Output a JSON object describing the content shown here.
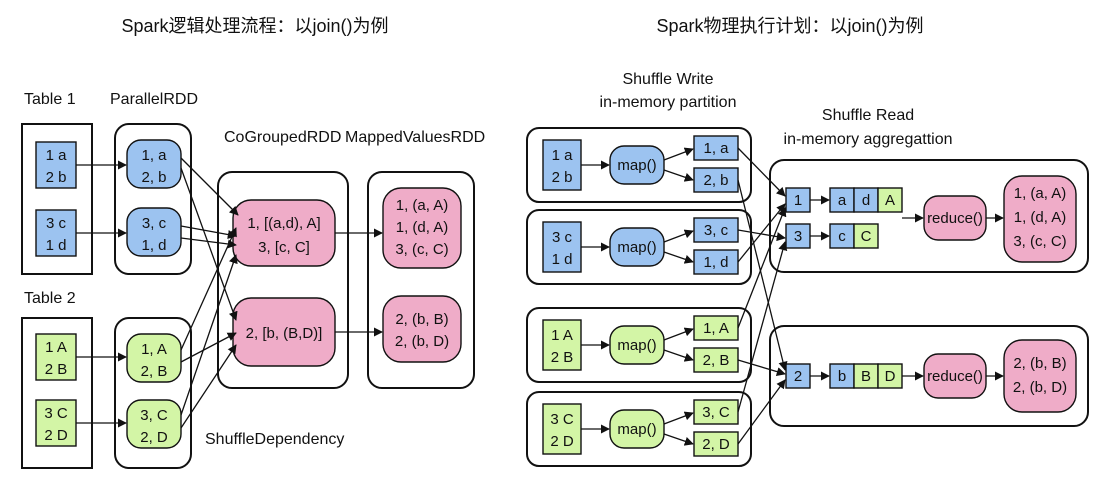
{
  "titles": {
    "left": "Spark逻辑处理流程：以join()为例",
    "right": "Spark物理执行计划：以join()为例"
  },
  "left": {
    "table1_label": "Table 1",
    "table2_label": "Table 2",
    "parallel_rdd_label": "ParallelRDD",
    "cogrouped_label": "CoGroupedRDD",
    "mapped_label": "MappedValuesRDD",
    "shuffle_dep_label": "ShuffleDependency",
    "table1": [
      [
        "1 a",
        "2 b"
      ],
      [
        "3 c",
        "1 d"
      ]
    ],
    "table2": [
      [
        "1 A",
        "2 B"
      ],
      [
        "3 C",
        "2 D"
      ]
    ],
    "prdd1": [
      [
        "1, a",
        "2, b"
      ],
      [
        "3, c",
        "1, d"
      ]
    ],
    "prdd2": [
      [
        "1, A",
        "2, B"
      ],
      [
        "3, C",
        "2, D"
      ]
    ],
    "cogrouped": [
      [
        "1, [(a,d), A]",
        "3, [c, C]"
      ],
      [
        "2, [b, (B,D)]"
      ]
    ],
    "mapped": [
      [
        "1, (a, A)",
        "1, (d, A)",
        "3, (c, C)"
      ],
      [
        "2, (b, B)",
        "2, (b, D)"
      ]
    ]
  },
  "right": {
    "shuffle_write_label": [
      "Shuffle Write",
      "in-memory partition"
    ],
    "shuffle_read_label": [
      "Shuffle Read",
      "in-memory aggregattion"
    ],
    "map_label": "map()",
    "reduce_label": "reduce()",
    "inputs": [
      [
        "1 a",
        "2 b"
      ],
      [
        "3 c",
        "1 d"
      ],
      [
        "1 A",
        "2 B"
      ],
      [
        "3 C",
        "2 D"
      ]
    ],
    "partitions": [
      [
        "1, a",
        "2, b"
      ],
      [
        "3, c",
        "1, d"
      ],
      [
        "1, A",
        "2, B"
      ],
      [
        "3, C",
        "2, D"
      ]
    ],
    "reduce1": {
      "keys": [
        "1",
        "3"
      ],
      "row1": [
        "a",
        "d",
        "A"
      ],
      "row2": [
        "c",
        "C"
      ],
      "output": [
        "1, (a, A)",
        "1, (d, A)",
        "3, (c, C)"
      ]
    },
    "reduce2": {
      "keys": [
        "2"
      ],
      "row1": [
        "b",
        "B",
        "D"
      ],
      "output": [
        "2, (b, B)",
        "2, (b, D)"
      ]
    }
  },
  "colors": {
    "blue": "#9cc3f0",
    "green": "#d3f5a6",
    "pink": "#efacc8"
  }
}
